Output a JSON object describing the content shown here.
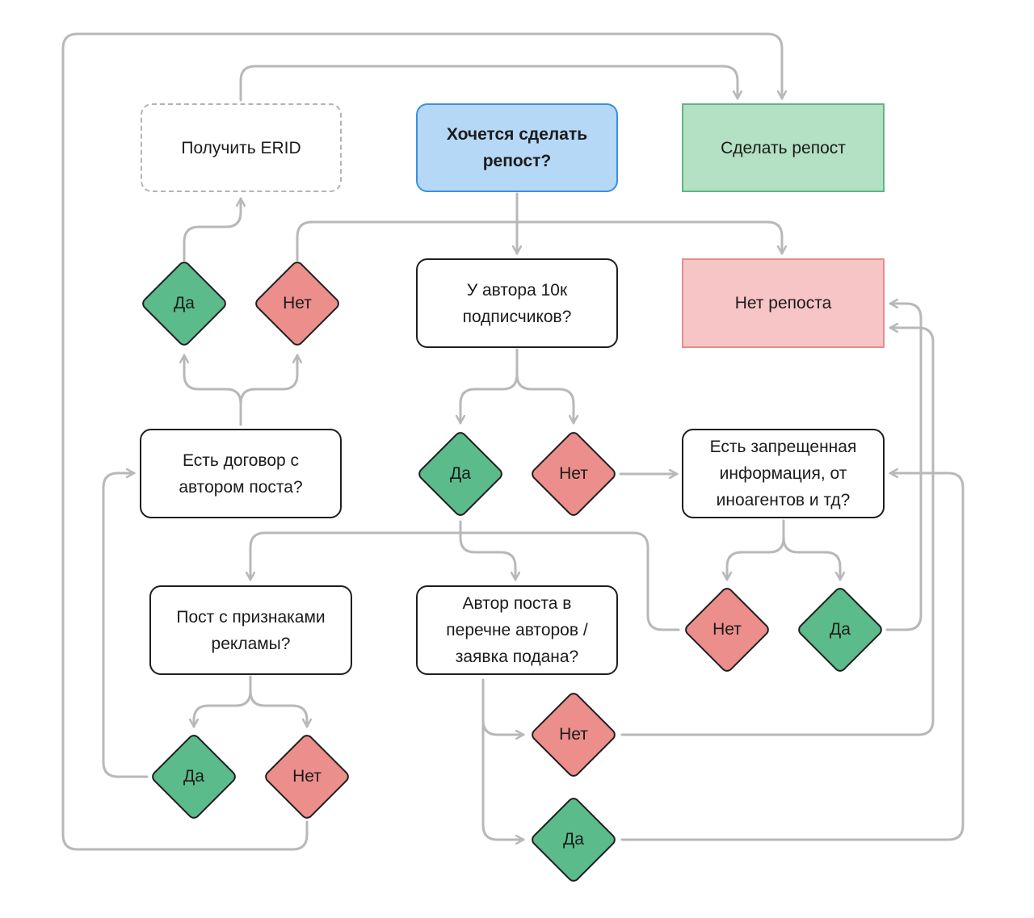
{
  "nodes": {
    "start": "Хочется сделать\nрепост?",
    "get_erid": "Получить ERID",
    "do_repost": "Сделать репост",
    "no_repost": "Нет репоста",
    "q_subscribers": "У автора 10к\nподписчиков?",
    "q_contract": "Есть договор с\nавтором поста?",
    "q_forbidden": "Есть запрещенная\nинформация, от\nиноагентов и тд?",
    "q_ad": "Пост с признаками\nрекламы?",
    "q_registry": "Автор поста в\nперечне авторов /\nзаявка подана?"
  },
  "decisions": {
    "yes": "Да",
    "no": "Нет"
  },
  "colors": {
    "start_fill": "#b5d8f7",
    "start_border": "#3d8fe0",
    "yes_fill": "#5bbb8a",
    "no_fill": "#ec8e8c",
    "result_yes_fill": "#b4e0c3",
    "result_no_fill": "#f7c5c5",
    "connector": "#b8b8b8"
  }
}
